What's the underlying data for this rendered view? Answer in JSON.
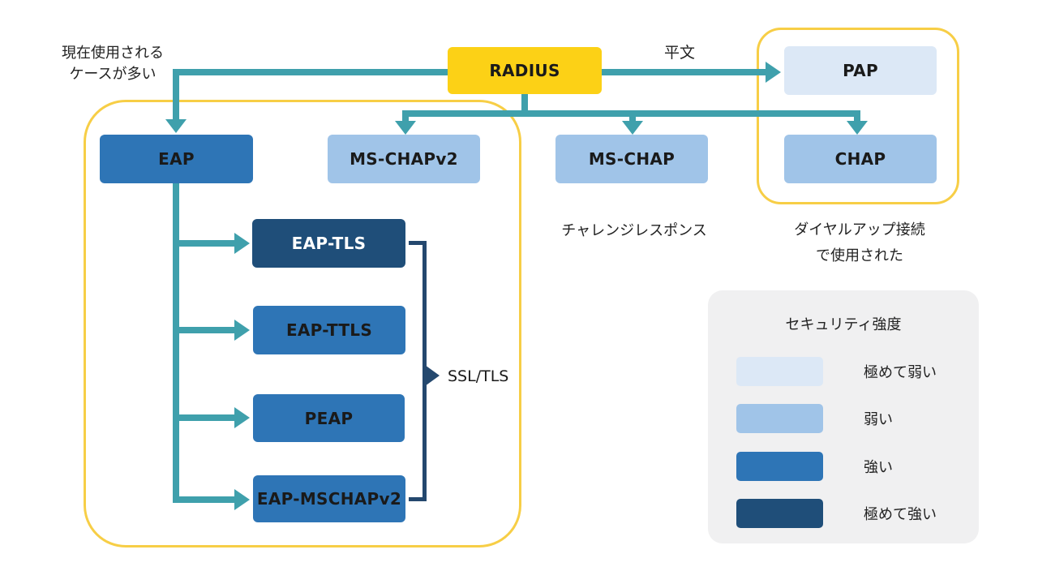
{
  "colors": {
    "accent_yellow": "#FCD116",
    "border_yellow": "#F7CE46",
    "teal": "#3FA0AC",
    "navy": "#24486E",
    "level1": "#DCE8F6",
    "level2": "#A0C4E8",
    "level3": "#2E75B6",
    "level4": "#1F4E79",
    "legend_bg": "#F0F0F1",
    "text_dark": "#1A1A1A"
  },
  "nodes": {
    "radius": "RADIUS",
    "pap": "PAP",
    "chap": "CHAP",
    "eap": "EAP",
    "mschapv2": "MS-CHAPv2",
    "mschap": "MS-CHAP",
    "eap_tls": "EAP-TLS",
    "eap_ttls": "EAP-TTLS",
    "peap": "PEAP",
    "eap_mschapv2": "EAP-MSCHAPv2"
  },
  "annotations": {
    "current_use_line1": "現在使用される",
    "current_use_line2": "ケースが多い",
    "plaintext": "平文",
    "challenge_response": "チャレンジレスポンス",
    "dialup_line1": "ダイヤルアップ接続",
    "dialup_line2": "で使用された",
    "ssl_tls": "SSL/TLS"
  },
  "legend": {
    "title": "セキュリティ強度",
    "items": [
      {
        "label": "極めて弱い",
        "color": "#DCE8F6"
      },
      {
        "label": "弱い",
        "color": "#A0C4E8"
      },
      {
        "label": "強い",
        "color": "#2E75B6"
      },
      {
        "label": "極めて強い",
        "color": "#1F4E79"
      }
    ]
  }
}
